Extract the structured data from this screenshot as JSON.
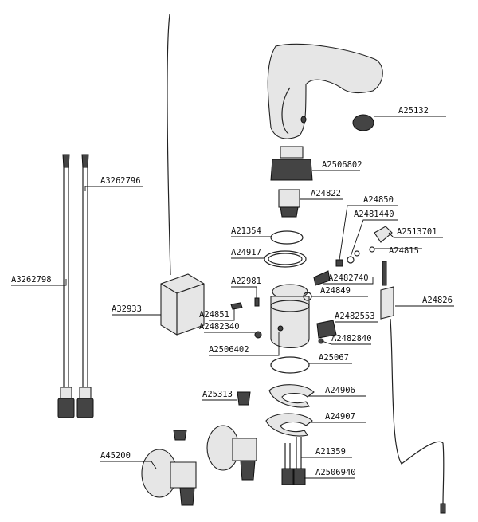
{
  "callouts": [
    {
      "id": "hose-left",
      "text": "A3262798"
    },
    {
      "id": "hose-right",
      "text": "A3262796"
    },
    {
      "id": "control-box",
      "text": "A32933"
    },
    {
      "id": "aerator",
      "text": "A25132"
    },
    {
      "id": "valve-top",
      "text": "A2506802"
    },
    {
      "id": "cartridge",
      "text": "A24822"
    },
    {
      "id": "oring-small",
      "text": "A21354"
    },
    {
      "id": "oring-large",
      "text": "A24917"
    },
    {
      "id": "screw-left",
      "text": "A22981"
    },
    {
      "id": "screw-a",
      "text": "A24851"
    },
    {
      "id": "screw-b",
      "text": "A2482340"
    },
    {
      "id": "valve-body",
      "text": "A2506402"
    },
    {
      "id": "pin-a",
      "text": "A24850"
    },
    {
      "id": "pin-b",
      "text": "A2481440"
    },
    {
      "id": "sensor-plug",
      "text": "A2513701"
    },
    {
      "id": "washer-right",
      "text": "A24815"
    },
    {
      "id": "nipple",
      "text": "A2482740"
    },
    {
      "id": "seal-ring",
      "text": "A24849"
    },
    {
      "id": "plate",
      "text": "A2482553"
    },
    {
      "id": "screw-c",
      "text": "A2482840"
    },
    {
      "id": "gasket",
      "text": "A25067"
    },
    {
      "id": "sensor-cable",
      "text": "A24826"
    },
    {
      "id": "cap",
      "text": "A25313"
    },
    {
      "id": "clamp-upper",
      "text": "A24906"
    },
    {
      "id": "clamp-lower",
      "text": "A24907"
    },
    {
      "id": "stud-bolts",
      "text": "A21359"
    },
    {
      "id": "nuts",
      "text": "A2506940"
    },
    {
      "id": "angle-valve",
      "text": "A45200"
    }
  ]
}
